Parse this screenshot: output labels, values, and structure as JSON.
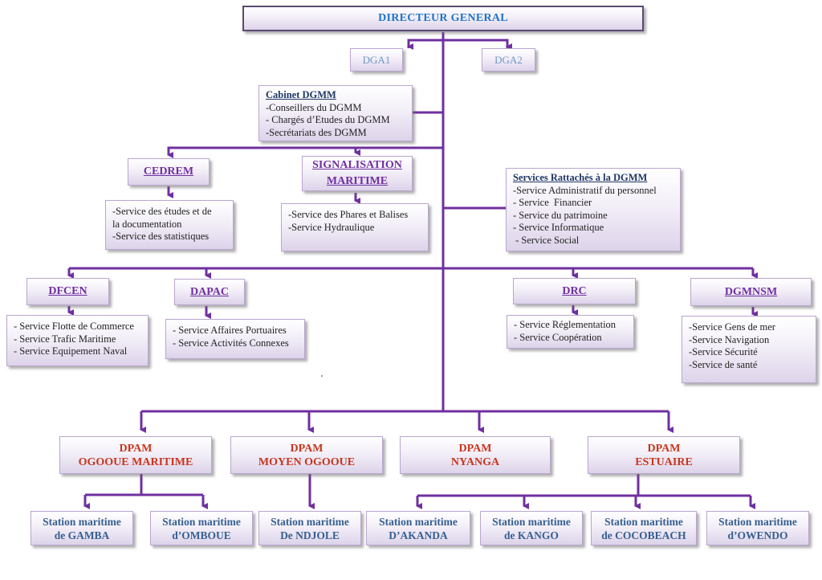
{
  "colors": {
    "connector": "#7030a0",
    "director_title": "#1f73c9",
    "dga_text": "#6f97c4",
    "direction_title": "#7030a0",
    "dpam_title": "#c9351b",
    "station_text": "#365f91",
    "box_border": "#b9a6cf"
  },
  "director": {
    "title": "DIRECTEUR GENERAL"
  },
  "deputies": [
    {
      "label": "DGA1"
    },
    {
      "label": "DGA2"
    }
  ],
  "cabinet": {
    "title": "Cabinet DGMM",
    "items": [
      "-Conseillers du DGMM",
      "- Chargés d’Etudes du DGMM",
      "-Secrétariats des DGMM"
    ]
  },
  "attached_services": {
    "title": "Services Rattachés à la DGMM",
    "items": [
      "-Service Administratif du personnel",
      "- Service  Financier",
      "- Service du patrimoine",
      "- Service Informatique",
      " - Service Social"
    ]
  },
  "centers": [
    {
      "title": "CEDREM",
      "services": [
        "-Service des études et de",
        "la documentation",
        "-Service des statistiques"
      ]
    },
    {
      "title_lines": [
        "SIGNALISATION",
        "MARITIME"
      ],
      "services": [
        "-Service des Phares et Balises",
        "-Service Hydraulique"
      ]
    }
  ],
  "directions": [
    {
      "title": "DFCEN",
      "services": [
        "- Service Flotte de Commerce",
        "- Service Trafic Maritime",
        "- Service Equipement Naval"
      ]
    },
    {
      "title": "DAPAC",
      "services": [
        "- Service Affaires Portuaires",
        "- Service Activités Connexes"
      ]
    },
    {
      "title": "DRC",
      "services": [
        "- Service Réglementation",
        "- Service Coopération"
      ]
    },
    {
      "title": "DGMNSM",
      "services": [
        "-Service Gens de mer",
        "-Service Navigation",
        "-Service Sécurité",
        "-Service de santé"
      ]
    }
  ],
  "dpams": [
    {
      "line1": "DPAM",
      "line2": "OGOOUE MARITIME"
    },
    {
      "line1": "DPAM",
      "line2": "MOYEN OGOOUE"
    },
    {
      "line1": "DPAM",
      "line2": "NYANGA"
    },
    {
      "line1": "DPAM",
      "line2": "ESTUAIRE"
    }
  ],
  "stations": [
    {
      "line1": "Station maritime",
      "line2": "de GAMBA"
    },
    {
      "line1": "Station maritime",
      "line2": "d’OMBOUE"
    },
    {
      "line1": "Station maritime",
      "line2": "De NDJOLE"
    },
    {
      "line1": "Station maritime",
      "line2": "D’AKANDA"
    },
    {
      "line1": "Station maritime",
      "line2": "de KANGO"
    },
    {
      "line1": "Station maritime",
      "line2": "de COCOBEACH"
    },
    {
      "line1": "Station maritime",
      "line2": "d’OWENDO"
    }
  ]
}
